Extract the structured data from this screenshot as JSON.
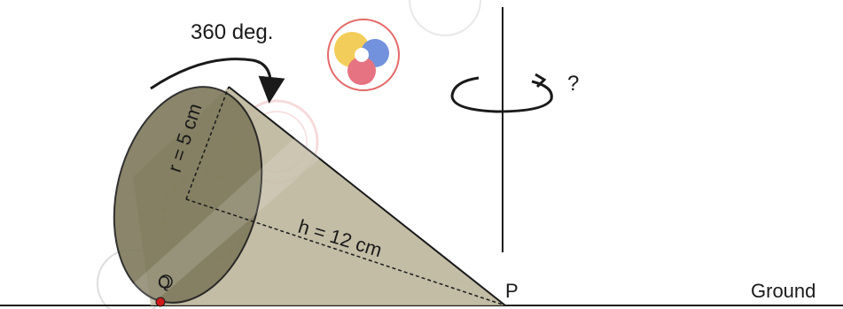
{
  "labels": {
    "rotation_angle": "360 deg.",
    "radius": "r = 5 cm",
    "height": "h = 12 cm",
    "question_mark": "?",
    "point_p": "P",
    "point_q": "Q",
    "ground": "Ground"
  },
  "colors": {
    "cone_fill": "#b9b197",
    "base_fill": "#7f7a5c",
    "line": "#1a1a1a",
    "contact_point": "#d11a1a",
    "background": "#ffffff"
  },
  "icons": {
    "rotation_arrow": "curved-arrow-icon",
    "spin_axis_arrow": "circular-arrow-icon"
  },
  "values": {
    "radius_cm": 5,
    "height_cm": 12,
    "rotation_deg": 360
  }
}
